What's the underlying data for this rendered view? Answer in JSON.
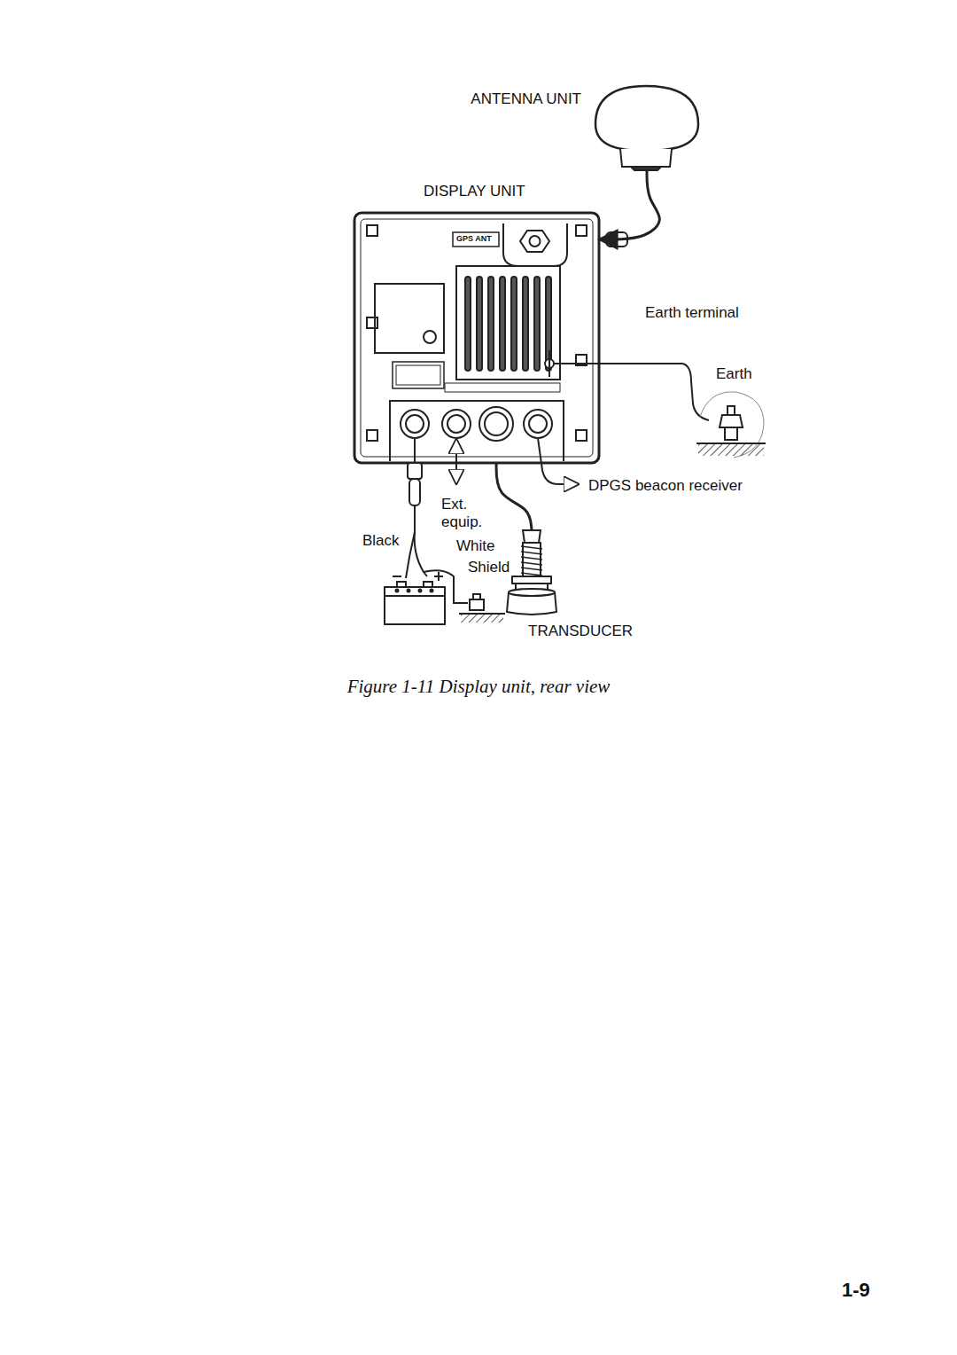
{
  "diagram": {
    "caption": "Figure 1-11 Display unit, rear view",
    "nodes": [
      {
        "text": [
          "ANTENNA UNIT"
        ]
      },
      {
        "text": [
          "DISPLAY UNIT"
        ]
      },
      {
        "text": [
          "TRANSDUCER"
        ]
      }
    ],
    "edges": [
      {
        "from": 0,
        "to": 1,
        "arrow": "to"
      },
      {
        "from": 1,
        "to": 2,
        "arrow": "none"
      }
    ],
    "labels": [
      "GPS ANT",
      "Earth terminal",
      "Earth",
      "DPGS beacon receiver",
      "Ext. equip.",
      "Black",
      "White",
      "Shield",
      "1-9"
    ]
  }
}
